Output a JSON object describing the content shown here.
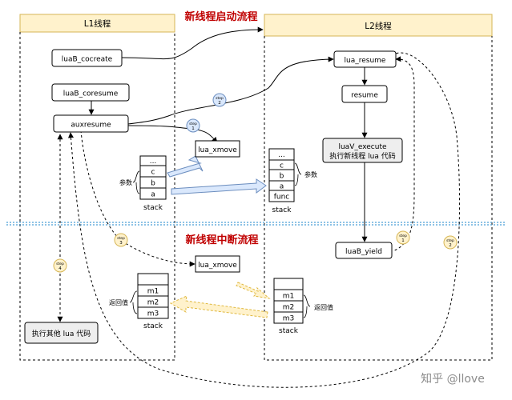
{
  "headings": {
    "start_flow": "新线程启动流程",
    "interrupt_flow": "新线程中断流程"
  },
  "lanes": {
    "l1": "L1线程",
    "l2": "L2线程"
  },
  "nodes": {
    "luaB_cocreate": "luaB_cocreate",
    "luaB_coresume": "luaB_coresume",
    "auxresume": "auxresume",
    "lua_xmove_top": "lua_xmove",
    "lua_xmove_mid": "lua_xmove",
    "lua_resume": "lua_resume",
    "resume": "resume",
    "luaV_execute_line1": "luaV_execute",
    "luaV_execute_line2": "执行新线程 lua 代码",
    "luaB_yield": "luaB_yield",
    "run_other": "执行其他 lua 代码"
  },
  "stacks": {
    "l1_args": {
      "cells": [
        "...",
        "c",
        "b",
        "a"
      ],
      "label": "stack",
      "side_label": "参数"
    },
    "l2_args": {
      "cells": [
        "...",
        "c",
        "b",
        "a",
        "func"
      ],
      "label": "stack",
      "side_label": "参数"
    },
    "l2_ret": {
      "cells": [
        "",
        "m1",
        "m2",
        "m3"
      ],
      "label": "stack",
      "side_label": "返回值"
    },
    "l1_ret": {
      "cells": [
        "",
        "m1",
        "m2",
        "m3"
      ],
      "label": "stack",
      "side_label": "返回值"
    }
  },
  "steps": {
    "s1": [
      "step",
      "1"
    ],
    "s2": [
      "step",
      "2"
    ],
    "s3": [
      "step",
      "3"
    ],
    "s4": [
      "step",
      "4"
    ],
    "y1": [
      "step",
      "1"
    ],
    "y2": [
      "step",
      "2"
    ]
  },
  "watermark": "知乎 @llove",
  "colors": {
    "heading_red": "#c00000",
    "lane_header_fill": "#fff2cc",
    "lane_header_stroke": "#d6b656",
    "l2_header_fill": "#fff2cc",
    "step_blue_fill": "#dae8fc",
    "step_blue_stroke": "#6c8ebf",
    "step_yellow_fill": "#fff2cc",
    "step_yellow_stroke": "#d6b656",
    "divider_blue": "#4a9fd8",
    "arrow_blue_fill": "#dae8fc",
    "arrow_yellow_fill": "#fff2cc",
    "gray_box": "#eeeeee"
  }
}
